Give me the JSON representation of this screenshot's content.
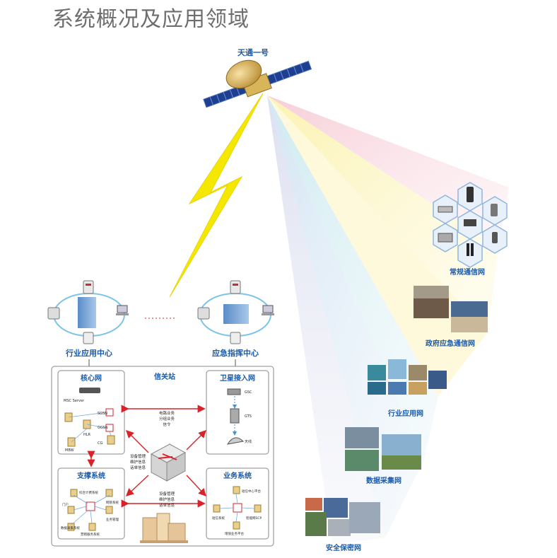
{
  "page_title": "系统概况及应用领域",
  "satellite": {
    "name": "天通一号"
  },
  "centers": {
    "industry": "行业应用中心",
    "emergency": "应急指挥中心"
  },
  "gateway": {
    "title": "信关站",
    "core": {
      "title": "核心网",
      "items": [
        "MSC Server",
        "SGSN",
        "GGSN",
        "HLR",
        "CG",
        "MBW"
      ]
    },
    "satellite_access": {
      "title": "卫星接入网",
      "items": [
        "GSC",
        "GTS",
        "天线"
      ]
    },
    "support": {
      "title": "支撑系统",
      "items": [
        "综合计费系统",
        "网管系统",
        "门户",
        "数据采集系统",
        "营销服务系统",
        "业务管理"
      ]
    },
    "business": {
      "title": "业务系统",
      "items": [
        "短信中心平台",
        "短信系统",
        "智能网SCP",
        "增值业务平台"
      ]
    },
    "link_top": [
      "电路业务",
      "分组业务",
      "信令"
    ],
    "link_left": [
      "设备管理",
      "维护信息",
      "话单信息"
    ],
    "link_bottom": [
      "设备管理",
      "维护信息",
      "话单信息"
    ]
  },
  "networks": [
    {
      "label": "常规通信网"
    },
    {
      "label": "政府应急通信网"
    },
    {
      "label": "行业应用网"
    },
    {
      "label": "数据采集网"
    },
    {
      "label": "安全保密网"
    }
  ],
  "colors": {
    "title_blue": "#1a5aa8",
    "lightning": "#f4e800",
    "arrow_red": "#d8232a",
    "ring": "#7cc4e8"
  }
}
